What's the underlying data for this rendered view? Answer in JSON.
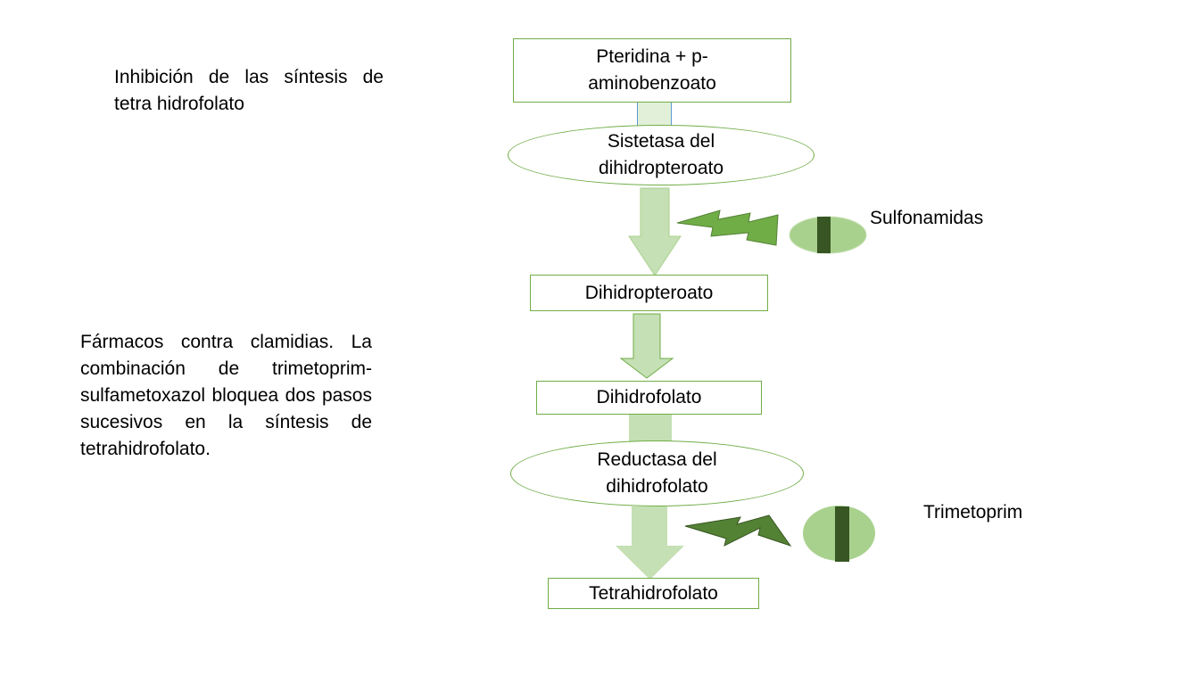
{
  "paragraphs": {
    "inhibition": "Inhibición de las síntesis de tetra hidrofolato",
    "drugs": "Fármacos contra clamidias. La combinación de trimetoprim-sulfametoxazol bloquea dos pasos sucesivos en la síntesis de tetrahidrofolato."
  },
  "pathway": {
    "substrate": "Pteridina + p-aminobenzoato",
    "enzyme1": "Sistetasa del dihidropteroato",
    "product1": "Dihidropteroato",
    "product2": "Dihidrofolato",
    "enzyme2": "Reductasa del dihidrofolato",
    "product3": "Tetrahidrofolato"
  },
  "inhibitors": {
    "first": "Sulfonamidas",
    "second": "Trimetoprim"
  },
  "colors": {
    "outline_green": "#70ad47",
    "arrow_fill": "#c5e0b4",
    "connector_fill": "#e2f0d9",
    "bolt_fill": "#70ad47",
    "bolt_dark": "#548235",
    "pill_fill": "#a9d18e",
    "pill_bar": "#375623"
  }
}
